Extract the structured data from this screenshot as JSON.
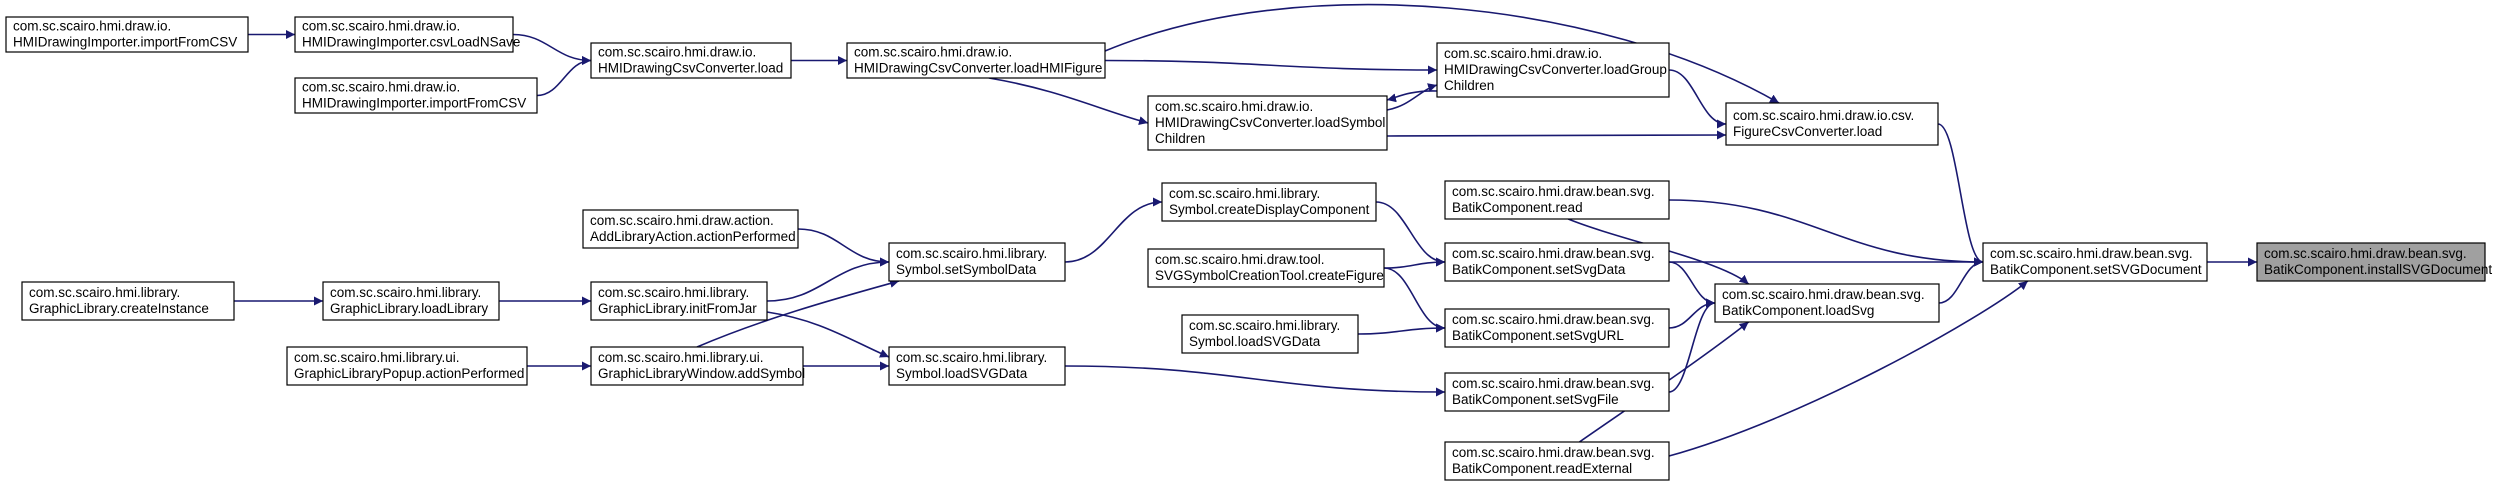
{
  "diagram": {
    "nodes": [
      {
        "id": "n_hdi_import",
        "lines": [
          "com.sc.scairo.hmi.draw.io.",
          "HMIDrawingImporter.importFromCSV"
        ]
      },
      {
        "id": "n_hdi_csvload",
        "lines": [
          "com.sc.scairo.hmi.draw.io.",
          "HMIDrawingImporter.csvLoadNSave"
        ]
      },
      {
        "id": "n_hdi_import2",
        "lines": [
          "com.sc.scairo.hmi.draw.io.",
          "HMIDrawingImporter.importFromCSV"
        ]
      },
      {
        "id": "n_hdcc_load",
        "lines": [
          "com.sc.scairo.hmi.draw.io.",
          "HMIDrawingCsvConverter.load"
        ]
      },
      {
        "id": "n_hdcc_loadhmi",
        "lines": [
          "com.sc.scairo.hmi.draw.io.",
          "HMIDrawingCsvConverter.loadHMIFigure"
        ]
      },
      {
        "id": "n_hdcc_loadgroup",
        "lines": [
          "com.sc.scairo.hmi.draw.io.",
          "HMIDrawingCsvConverter.loadGroup",
          "Children"
        ]
      },
      {
        "id": "n_hdcc_loadsymbol",
        "lines": [
          "com.sc.scairo.hmi.draw.io.",
          "HMIDrawingCsvConverter.loadSymbol",
          "Children"
        ]
      },
      {
        "id": "n_fcc_load",
        "lines": [
          "com.sc.scairo.hmi.draw.io.csv.",
          "FigureCsvConverter.load"
        ]
      },
      {
        "id": "n_lib_createdisplay",
        "lines": [
          "com.sc.scairo.hmi.library.",
          "Symbol.createDisplayComponent"
        ]
      },
      {
        "id": "n_addlib",
        "lines": [
          "com.sc.scairo.hmi.draw.action.",
          "AddLibraryAction.actionPerformed"
        ]
      },
      {
        "id": "n_bc_read",
        "lines": [
          "com.sc.scairo.hmi.draw.bean.svg.",
          "BatikComponent.read"
        ]
      },
      {
        "id": "n_bc_setsvgdata",
        "lines": [
          "com.sc.scairo.hmi.draw.bean.svg.",
          "BatikComponent.setSvgData"
        ]
      },
      {
        "id": "n_sym_setsymboldata",
        "lines": [
          "com.sc.scairo.hmi.library.",
          "Symbol.setSymbolData"
        ]
      },
      {
        "id": "n_svgtool",
        "lines": [
          "com.sc.scairo.hmi.draw.tool.",
          "SVGSymbolCreationTool.createFigure"
        ]
      },
      {
        "id": "n_bc_setsvgdoc",
        "lines": [
          "com.sc.scairo.hmi.draw.bean.svg.",
          "BatikComponent.setSVGDocument"
        ]
      },
      {
        "id": "n_bc_install",
        "lines": [
          "com.sc.scairo.hmi.draw.bean.svg.",
          "BatikComponent.installSVGDocument"
        ],
        "focus": true
      },
      {
        "id": "n_gl_create",
        "lines": [
          "com.sc.scairo.hmi.library.",
          "GraphicLibrary.createInstance"
        ]
      },
      {
        "id": "n_gl_loadlib",
        "lines": [
          "com.sc.scairo.hmi.library.",
          "GraphicLibrary.loadLibrary"
        ]
      },
      {
        "id": "n_gl_initjar",
        "lines": [
          "com.sc.scairo.hmi.library.",
          "GraphicLibrary.initFromJar"
        ]
      },
      {
        "id": "n_bc_loadsvg",
        "lines": [
          "com.sc.scairo.hmi.draw.bean.svg.",
          "BatikComponent.loadSvg"
        ]
      },
      {
        "id": "n_sym_loadsvgdata",
        "lines": [
          "com.sc.scairo.hmi.library.",
          "Symbol.loadSVGData"
        ]
      },
      {
        "id": "n_bc_setsvgurl",
        "lines": [
          "com.sc.scairo.hmi.draw.bean.svg.",
          "BatikComponent.setSvgURL"
        ]
      },
      {
        "id": "n_glp_action",
        "lines": [
          "com.sc.scairo.hmi.library.ui.",
          "GraphicLibraryPopup.actionPerformed"
        ]
      },
      {
        "id": "n_glw_addsymbol",
        "lines": [
          "com.sc.scairo.hmi.library.ui.",
          "GraphicLibraryWindow.addSymbol"
        ]
      },
      {
        "id": "n_sym_loadsvgdata2",
        "lines": [
          "com.sc.scairo.hmi.library.",
          "Symbol.loadSVGData"
        ]
      },
      {
        "id": "n_bc_setsvgfile",
        "lines": [
          "com.sc.scairo.hmi.draw.bean.svg.",
          "BatikComponent.setSvgFile"
        ]
      },
      {
        "id": "n_bc_readexternal",
        "lines": [
          "com.sc.scairo.hmi.draw.bean.svg.",
          "BatikComponent.readExternal"
        ]
      }
    ],
    "edges": [
      {
        "from": "n_hdi_import",
        "to": "n_hdi_csvload"
      },
      {
        "from": "n_hdi_csvload",
        "to": "n_hdcc_load"
      },
      {
        "from": "n_hdi_import2",
        "to": "n_hdcc_load"
      },
      {
        "from": "n_hdcc_load",
        "to": "n_hdcc_loadhmi"
      },
      {
        "from": "n_hdcc_loadhmi",
        "to": "n_hdcc_loadgroup"
      },
      {
        "from": "n_hdcc_loadhmi",
        "to": "n_hdcc_loadsymbol"
      },
      {
        "from": "n_hdcc_loadhmi",
        "to": "n_fcc_load"
      },
      {
        "from": "n_hdcc_loadgroup",
        "to": "n_hdcc_loadsymbol"
      },
      {
        "from": "n_hdcc_loadsymbol",
        "to": "n_hdcc_loadgroup"
      },
      {
        "from": "n_hdcc_loadgroup",
        "to": "n_fcc_load"
      },
      {
        "from": "n_hdcc_loadsymbol",
        "to": "n_fcc_load"
      },
      {
        "from": "n_fcc_load",
        "to": "n_bc_setsvgdoc"
      },
      {
        "from": "n_bc_read",
        "to": "n_bc_setsvgdoc"
      },
      {
        "from": "n_bc_read",
        "to": "n_bc_loadsvg"
      },
      {
        "from": "n_bc_setsvgdata",
        "to": "n_bc_setsvgdoc"
      },
      {
        "from": "n_bc_setsvgdata",
        "to": "n_bc_loadsvg"
      },
      {
        "from": "n_lib_createdisplay",
        "to": "n_bc_setsvgdata"
      },
      {
        "from": "n_sym_setsymboldata",
        "to": "n_lib_createdisplay"
      },
      {
        "from": "n_addlib",
        "to": "n_sym_setsymboldata"
      },
      {
        "from": "n_svgtool",
        "to": "n_bc_setsvgdata"
      },
      {
        "from": "n_svgtool",
        "to": "n_bc_setsvgurl"
      },
      {
        "from": "n_gl_initjar",
        "to": "n_sym_setsymboldata"
      },
      {
        "from": "n_gl_initjar",
        "to": "n_sym_loadsvgdata2"
      },
      {
        "from": "n_glw_addsymbol",
        "to": "n_sym_setsymboldata"
      },
      {
        "from": "n_glw_addsymbol",
        "to": "n_sym_loadsvgdata2"
      },
      {
        "from": "n_gl_loadlib",
        "to": "n_gl_initjar"
      },
      {
        "from": "n_gl_create",
        "to": "n_gl_loadlib"
      },
      {
        "from": "n_glp_action",
        "to": "n_glw_addsymbol"
      },
      {
        "from": "n_sym_loadsvgdata",
        "to": "n_bc_setsvgurl"
      },
      {
        "from": "n_sym_loadsvgdata2",
        "to": "n_bc_setsvgfile"
      },
      {
        "from": "n_bc_setsvgurl",
        "to": "n_bc_loadsvg"
      },
      {
        "from": "n_bc_setsvgfile",
        "to": "n_bc_loadsvg"
      },
      {
        "from": "n_bc_readexternal",
        "to": "n_bc_loadsvg"
      },
      {
        "from": "n_bc_readexternal",
        "to": "n_bc_setsvgdoc"
      },
      {
        "from": "n_bc_loadsvg",
        "to": "n_bc_setsvgdoc"
      },
      {
        "from": "n_bc_setsvgdoc",
        "to": "n_bc_install"
      }
    ]
  }
}
